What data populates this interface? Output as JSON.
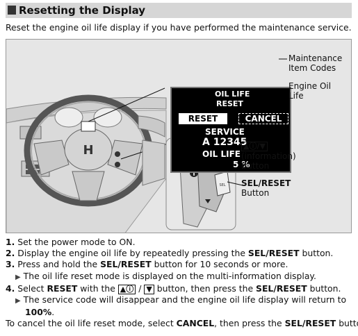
{
  "heading": "Resetting the Display",
  "intro": "Reset the engine oil life display if you have performed the maintenance service.",
  "display": {
    "line1": "OIL LIFE",
    "line2": "RESET",
    "reset": "RESET",
    "cancel": "CANCEL",
    "service": "SERVICE",
    "code": "A 12345",
    "oil_life": "OIL LIFE",
    "percent": "5 %"
  },
  "callouts": {
    "maintenance": [
      "Maintenance",
      "Item Codes"
    ],
    "engine_oil": [
      "Engine Oil",
      "Life"
    ],
    "info_button": [
      "(information)",
      "Button"
    ],
    "info_symbol": "▲ⓘ/▼",
    "sel_reset": [
      "SEL/RESET",
      "Button"
    ]
  },
  "steps": {
    "s1_num": "1.",
    "s1": "Set the power mode to ON.",
    "s2_num": "2.",
    "s2a": "Display the engine oil life by repeatedly pressing the ",
    "s2b": "SEL/RESET",
    "s2c": " button.",
    "s3_num": "3.",
    "s3a": "Press and hold the ",
    "s3b": "SEL/RESET",
    "s3c": " button for 10 seconds or more.",
    "s3_sub": "The oil life reset mode is displayed on the multi-information display.",
    "s4_num": "4.",
    "s4a": "Select ",
    "s4b": "RESET",
    "s4c": " with the ",
    "s4d": "▲ⓘ",
    "s4e": "▼",
    "s4f": " button, then press the ",
    "s4g": "SEL/RESET",
    "s4h": " button.",
    "s4_sub1": "The service code will disappear and the engine oil life display will return to",
    "s4_sub2": "100%",
    "s4_sub3": ".",
    "cancel_a": "To cancel the oil life reset mode, select ",
    "cancel_b": "CANCEL",
    "cancel_c": ", then press the ",
    "cancel_d": "SEL/RESET",
    "cancel_e": " button."
  }
}
